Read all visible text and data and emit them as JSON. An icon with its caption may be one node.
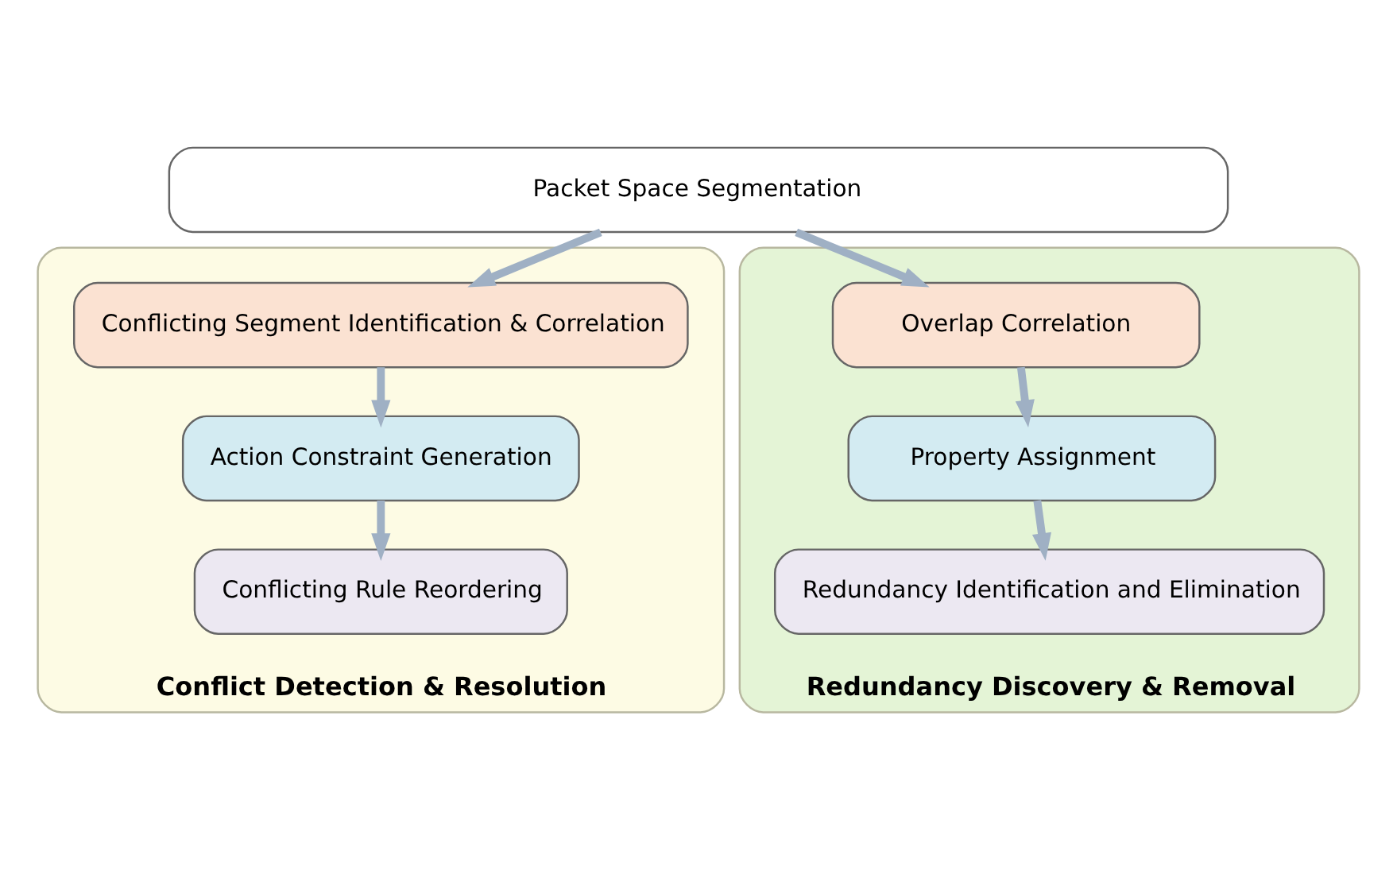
{
  "diagram": {
    "nodes": [
      {
        "text": [
          "Packet Space Segmentation"
        ]
      },
      {
        "text": [
          "Conflict Detection & Resolution"
        ]
      },
      {
        "text": [
          "Conflicting Segment Identification & Correlation"
        ],
        "in": 1
      },
      {
        "text": [
          "Action Constraint Generation"
        ],
        "in": 1
      },
      {
        "text": [
          "Conflicting Rule Reordering"
        ],
        "in": 1
      },
      {
        "text": [
          "Redundancy Discovery & Removal"
        ]
      },
      {
        "text": [
          "Overlap Correlation"
        ],
        "in": 5
      },
      {
        "text": [
          "Property Assignment"
        ],
        "in": 5
      },
      {
        "text": [
          "Redundancy Identification and Elimination"
        ],
        "in": 5
      }
    ],
    "edges": [
      {
        "from": 0,
        "to": 2,
        "arrow": "to"
      },
      {
        "from": 0,
        "to": 6,
        "arrow": "to"
      },
      {
        "from": 2,
        "to": 3,
        "arrow": "to"
      },
      {
        "from": 3,
        "to": 4,
        "arrow": "to"
      },
      {
        "from": 6,
        "to": 7,
        "arrow": "to"
      },
      {
        "from": 7,
        "to": 8,
        "arrow": "to"
      }
    ]
  }
}
